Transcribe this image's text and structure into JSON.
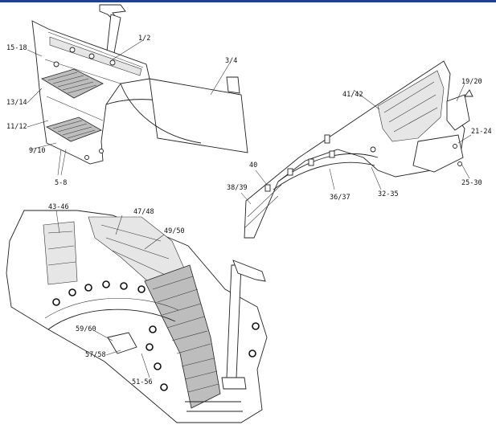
{
  "colors": {
    "top_bar": "#1f3f8f",
    "line": "#222222",
    "background": "#ffffff"
  },
  "callouts": {
    "step_assembly": {
      "c1_2": "1/2",
      "c3_4": "3/4",
      "c15_18": "15-18",
      "c13_14": "13/14",
      "c11_12": "11/12",
      "c9_10": "9/10",
      "c5_8": "5-8"
    },
    "fender_outer": {
      "c41_42": "41/42",
      "c19_20": "19/20",
      "c21_24": "21-24",
      "c25_30": "25-30",
      "c40": "40",
      "c38_39": "38/39",
      "c36_37": "36/37",
      "c32_35": "32-35"
    },
    "fender_inner": {
      "c43_46": "43-46",
      "c47_48": "47/48",
      "c49_50": "49/50",
      "c59_60": "59/60",
      "c57_58": "57/58",
      "c51_56": "51-56"
    }
  }
}
